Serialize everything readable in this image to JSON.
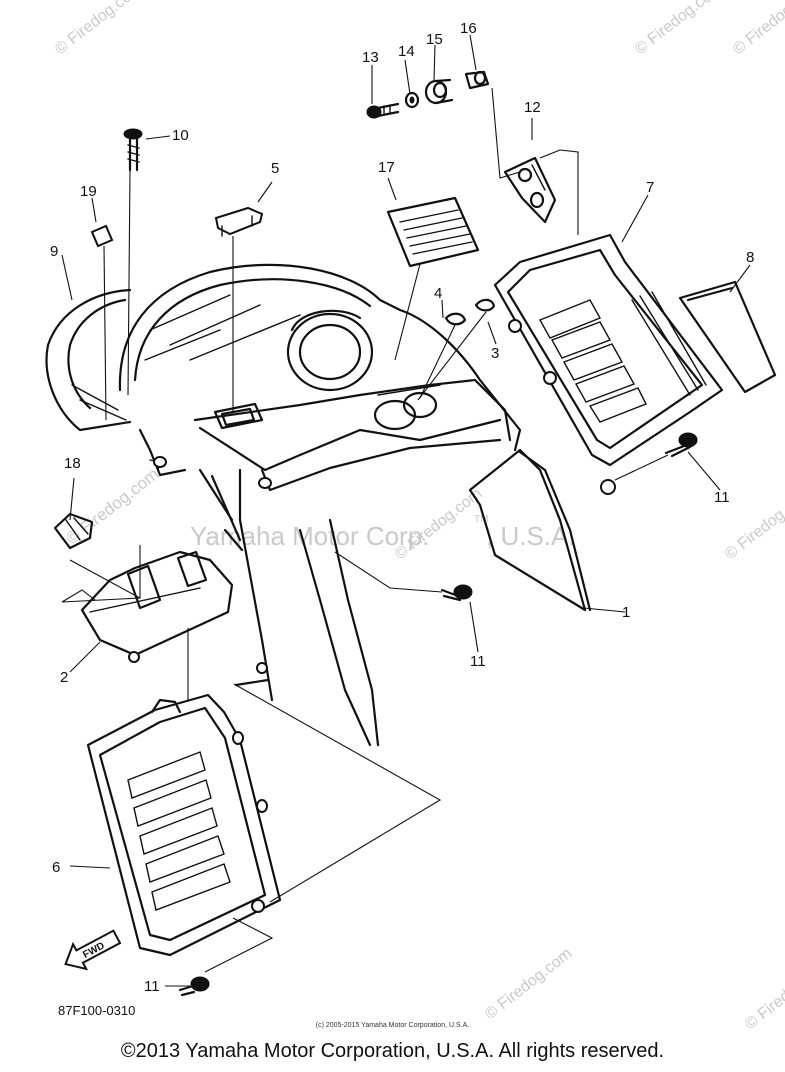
{
  "watermarks": {
    "site": "© Firedog.com",
    "corp": "Yamaha Motor Corp.",
    "tm": "TM",
    "usa": ", U.S.A."
  },
  "callouts": [
    {
      "id": "1",
      "label": "1"
    },
    {
      "id": "2",
      "label": "2"
    },
    {
      "id": "3",
      "label": "3"
    },
    {
      "id": "4",
      "label": "4"
    },
    {
      "id": "5",
      "label": "5"
    },
    {
      "id": "6",
      "label": "6"
    },
    {
      "id": "7",
      "label": "7"
    },
    {
      "id": "8",
      "label": "8"
    },
    {
      "id": "9",
      "label": "9"
    },
    {
      "id": "10",
      "label": "10"
    },
    {
      "id": "11a",
      "label": "11"
    },
    {
      "id": "11b",
      "label": "11"
    },
    {
      "id": "11c",
      "label": "11"
    },
    {
      "id": "12",
      "label": "12"
    },
    {
      "id": "13",
      "label": "13"
    },
    {
      "id": "14",
      "label": "14"
    },
    {
      "id": "15",
      "label": "15"
    },
    {
      "id": "16",
      "label": "16"
    },
    {
      "id": "17",
      "label": "17"
    },
    {
      "id": "18",
      "label": "18"
    },
    {
      "id": "19",
      "label": "19"
    }
  ],
  "fwd_label": "FWD",
  "diagram_code": "87F100-0310",
  "small_copyright": "(c) 2005-2015 Yamaha Motor Corporation, U.S.A.",
  "copyright": "©2013 Yamaha Motor Corporation, U.S.A. All rights reserved."
}
